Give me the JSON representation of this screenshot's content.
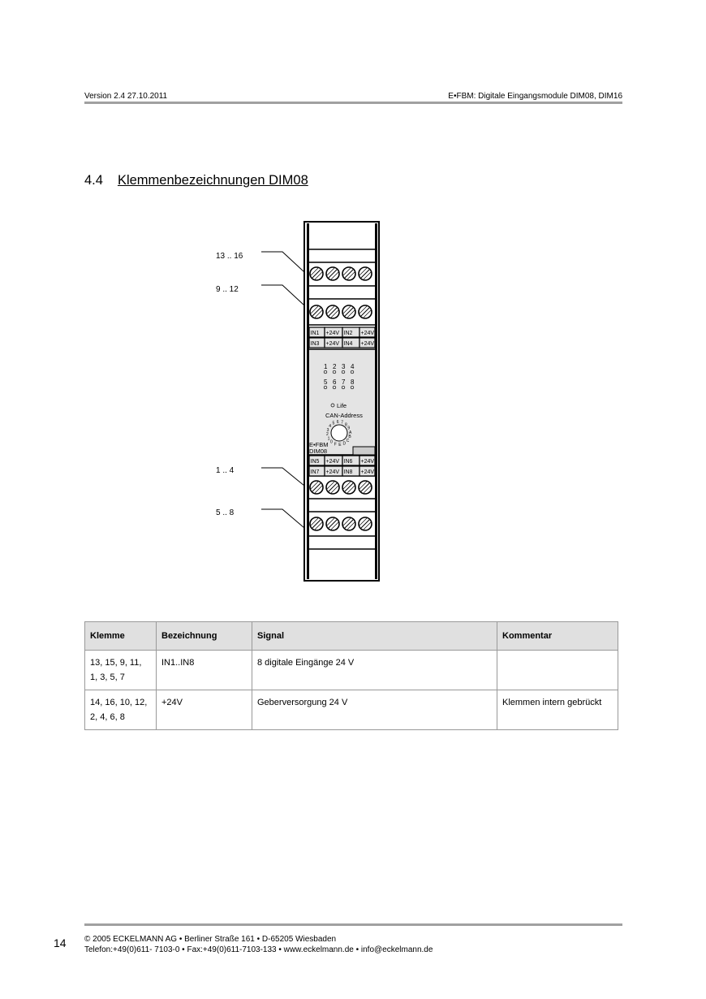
{
  "header": {
    "version": "Version 2.4   27.10.2011",
    "doc_title": "E•FBM: Digitale Eingangsmodule DIM08, DIM16"
  },
  "section": {
    "number": "4.4",
    "title": "Klemmenbezeichnungen DIM08"
  },
  "diagram": {
    "callouts": [
      "13 .. 16",
      "9 .. 12",
      "1 .. 4",
      "5 .. 8"
    ],
    "row_top": [
      [
        "IN1",
        "+24V",
        "IN2",
        "+24V"
      ],
      [
        "IN3",
        "+24V",
        "IN4",
        "+24V"
      ]
    ],
    "row_bottom": [
      [
        "IN5",
        "+24V",
        "IN6",
        "+24V"
      ],
      [
        "IN7",
        "+24V",
        "IN8",
        "+24V"
      ]
    ],
    "leds_row1": [
      "1",
      "2",
      "3",
      "4"
    ],
    "leds_row2": [
      "5",
      "6",
      "7",
      "8"
    ],
    "life": "Life",
    "can": "CAN-Address",
    "dial": "0123456789ABCDEF",
    "brand1": "E•FBM",
    "brand2": "DIM08"
  },
  "table": {
    "headers": [
      "Klemme",
      "Bezeichnung",
      "Signal",
      "Kommentar"
    ],
    "rows": [
      {
        "klemme1": "13, 15, 9, 11,",
        "klemme2": "1, 3, 5, 7",
        "bez": "IN1..IN8",
        "signal": "8 digitale Eingänge 24 V",
        "komm": ""
      },
      {
        "klemme1": "14, 16, 10, 12,",
        "klemme2": "2, 4, 6, 8",
        "bez": "+24V",
        "signal": "Geberversorgung 24 V",
        "komm": "Klemmen intern gebrückt"
      }
    ]
  },
  "footer": {
    "page": "14",
    "line1": "©  2005 ECKELMANN AG • Berliner Straße 161 • D-65205 Wiesbaden",
    "line2": "Telefon:+49(0)611- 7103-0 • Fax:+49(0)611-7103-133 • www.eckelmann.de • info@eckelmann.de"
  }
}
